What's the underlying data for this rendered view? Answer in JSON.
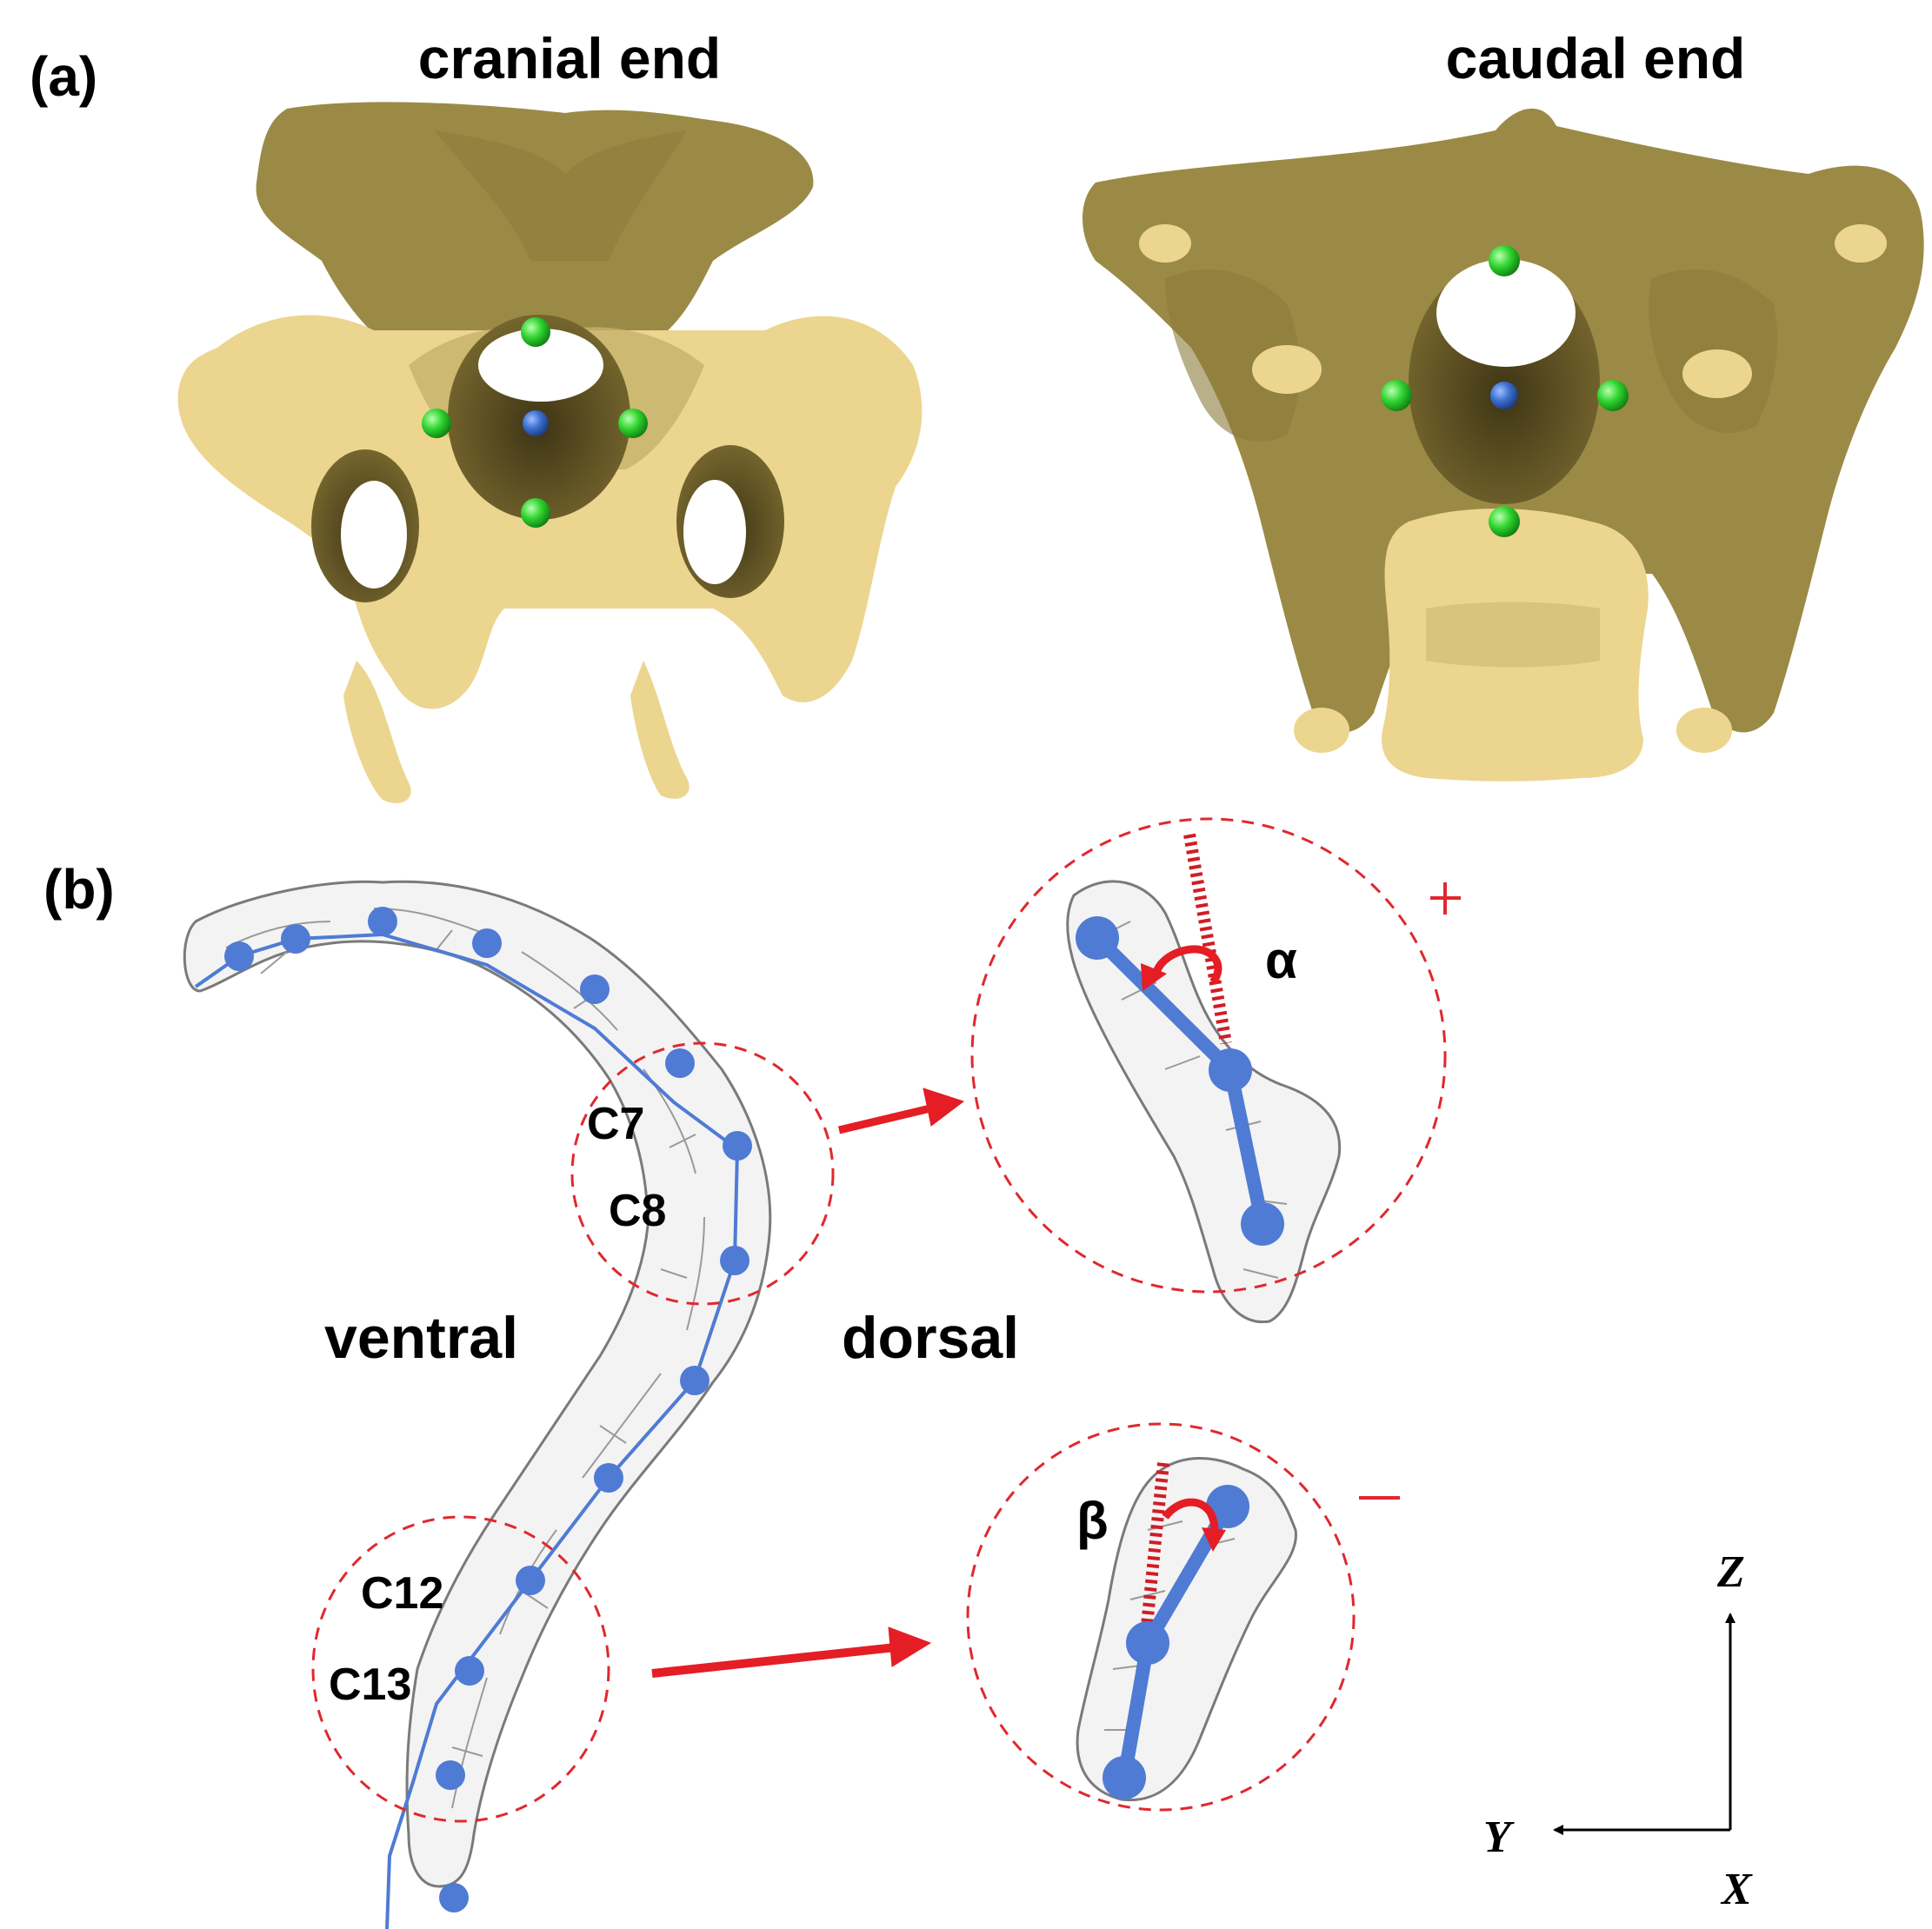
{
  "panel_a": {
    "label": "(a)",
    "left_view": {
      "title": "cranial end"
    },
    "right_view": {
      "title": "caudal end"
    },
    "colors": {
      "bone": "#e9d28d",
      "landmark_green": "#2fd42f",
      "landmark_center_blue": "#3b6fd0"
    }
  },
  "panel_b": {
    "label": "(b)",
    "side_labels": {
      "ventral": "ventral",
      "dorsal": "dorsal"
    },
    "vertebra_labels": [
      "C7",
      "C8",
      "C12",
      "C13"
    ],
    "angle_labels": {
      "alpha": "α",
      "beta": "β"
    },
    "sign_labels": {
      "positive": "+",
      "negative": "−"
    },
    "axes": {
      "z": "Z",
      "y": "Y",
      "x": "X"
    },
    "colors": {
      "chain": "#4f7bd4",
      "highlight": "#e0282e"
    }
  }
}
